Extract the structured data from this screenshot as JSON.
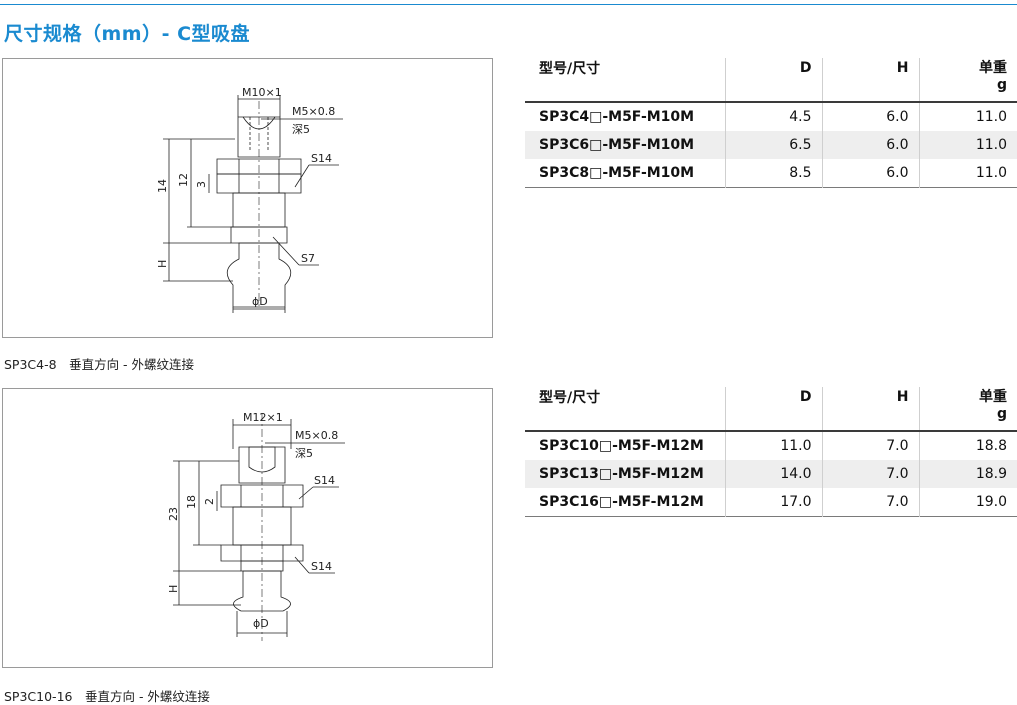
{
  "page_title": "尺寸规格（mm）- C型吸盘",
  "sections": [
    {
      "caption": "SP3C4-8　垂直方向 - 外螺纹连接",
      "drawing_labels": {
        "thread": "M10×1",
        "port": "M5×0.8",
        "depth": "深5",
        "hex_nut": "S14",
        "hex_body": "S7",
        "dim_total": "14",
        "dim_thread": "12",
        "dim_3": "3",
        "dim_h": "H",
        "dim_d": "ϕD"
      },
      "table": {
        "headers": [
          "型号/尺寸",
          "D",
          "H",
          "单重"
        ],
        "weight_unit": "g",
        "rows": [
          [
            "SP3C4□-M5F-M10M",
            "4.5",
            "6.0",
            "11.0"
          ],
          [
            "SP3C6□-M5F-M10M",
            "6.5",
            "6.0",
            "11.0"
          ],
          [
            "SP3C8□-M5F-M10M",
            "8.5",
            "6.0",
            "11.0"
          ]
        ]
      }
    },
    {
      "caption": "SP3C10-16　垂直方向 - 外螺纹连接",
      "drawing_labels": {
        "thread": "M12×1",
        "port": "M5×0.8",
        "depth": "深5",
        "hex_nut": "S14",
        "hex_body": "S14",
        "dim_total": "23",
        "dim_thread": "18",
        "dim_3": "2",
        "dim_h": "H",
        "dim_d": "ϕD"
      },
      "table": {
        "headers": [
          "型号/尺寸",
          "D",
          "H",
          "单重"
        ],
        "weight_unit": "g",
        "rows": [
          [
            "SP3C10□-M5F-M12M",
            "11.0",
            "7.0",
            "18.8"
          ],
          [
            "SP3C13□-M5F-M12M",
            "14.0",
            "7.0",
            "18.9"
          ],
          [
            "SP3C16□-M5F-M12M",
            "17.0",
            "7.0",
            "19.0"
          ]
        ]
      }
    }
  ],
  "colors": {
    "accent": "#1a8ad0",
    "border": "#9a9a9a",
    "row_alt": "#eeeeee"
  }
}
